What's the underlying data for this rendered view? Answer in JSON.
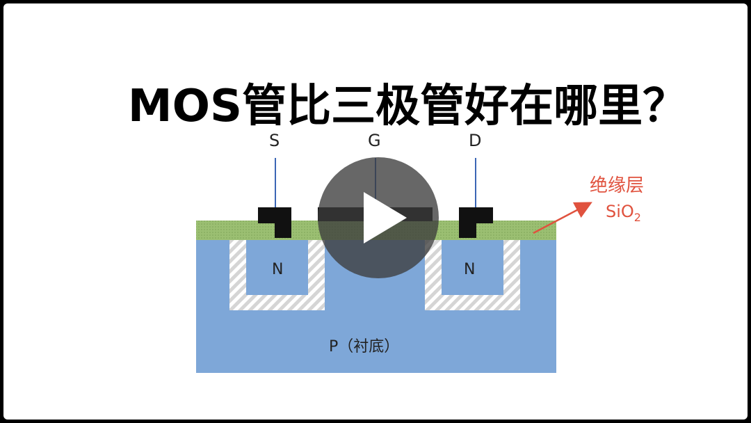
{
  "title": "MOS管比三极管好在哪里？",
  "terminals": {
    "source": "S",
    "gate": "G",
    "drain": "D"
  },
  "regions": {
    "n_left": "N",
    "n_right": "N",
    "substrate": "P（衬底）"
  },
  "insulator": {
    "label": "绝缘层",
    "formula": "SiO",
    "subscript": "2"
  },
  "colors": {
    "substrate": "#7ea7d8",
    "oxide": "#9bbf72",
    "metal": "#111111",
    "lead": "#3a66b5",
    "annotation": "#e0523e",
    "play_overlay": "#3c3c3c"
  }
}
